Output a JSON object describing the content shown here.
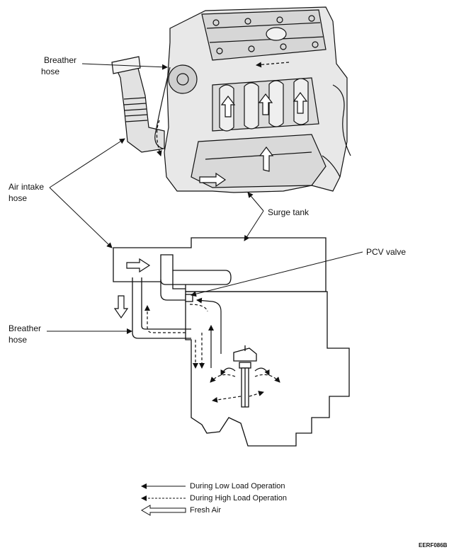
{
  "labels": {
    "breather_hose_top": [
      "Breather",
      "hose"
    ],
    "air_intake_hose": [
      "Air intake",
      "hose"
    ],
    "surge_tank": "Surge tank",
    "pcv_valve": "PCV valve",
    "breather_hose_bottom": [
      "Breather",
      "hose"
    ]
  },
  "legend": [
    {
      "key": "low",
      "label": "During Low Load Operation"
    },
    {
      "key": "high",
      "label": "During High Load Operation"
    },
    {
      "key": "fresh",
      "label": "Fresh Air"
    }
  ],
  "figure_code": "EERF086B"
}
